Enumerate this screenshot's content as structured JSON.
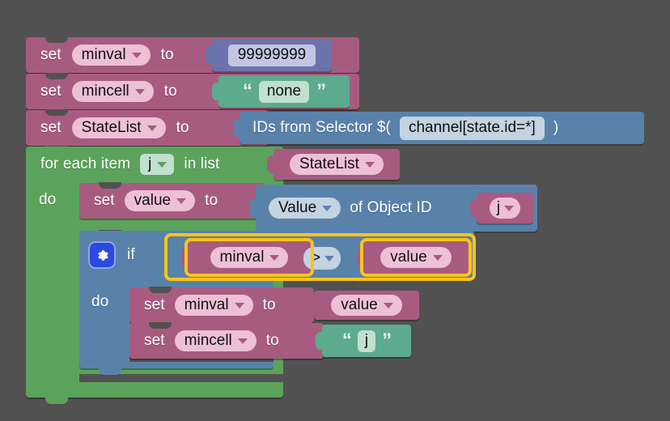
{
  "workspace": {
    "background_color": "#515151",
    "selection_color": "#fcc419"
  },
  "blocks": {
    "set_minval": {
      "keyword": "set",
      "variable": "minval",
      "to": "to",
      "value_number": "99999999",
      "color": "#a85b80",
      "value_color": "#6b74aa"
    },
    "set_mincell": {
      "keyword": "set",
      "variable": "mincell",
      "to": "to",
      "open_quote": "“",
      "value_string": "none",
      "close_quote": "”",
      "color": "#a85b80",
      "value_color": "#5cab8e"
    },
    "set_statelist": {
      "keyword": "set",
      "variable": "StateList",
      "to": "to",
      "value_label_prefix": "IDs from Selector $(",
      "value_text": "channel[state.id=*]",
      "value_label_suffix": ")",
      "color": "#a85b80",
      "value_color": "#5982ab"
    },
    "for_each": {
      "prefix": "for each item",
      "item_var": "j",
      "middle": "in list",
      "list_var": "StateList",
      "do_label": "do",
      "color": "#5ba35b"
    },
    "set_value": {
      "keyword": "set",
      "variable": "value",
      "to": "to",
      "value_field": "Value",
      "value_suffix": "of Object ID",
      "value_var": "j",
      "color": "#a85b80",
      "value_color": "#5982ab"
    },
    "if_block": {
      "gear_icon": "gear-icon",
      "if_label": "if",
      "do_label": "do",
      "color": "#5982ab",
      "condition": {
        "left_var": "minval",
        "operator": ">",
        "right_var": "value"
      }
    },
    "set_minval_inner": {
      "keyword": "set",
      "variable": "minval",
      "to": "to",
      "value_var": "value",
      "color": "#a85b80"
    },
    "set_mincell_inner": {
      "keyword": "set",
      "variable": "mincell",
      "to": "to",
      "open_quote": "“",
      "value_string": "j",
      "close_quote": "”",
      "color": "#a85b80",
      "value_color": "#5cab8e"
    }
  }
}
